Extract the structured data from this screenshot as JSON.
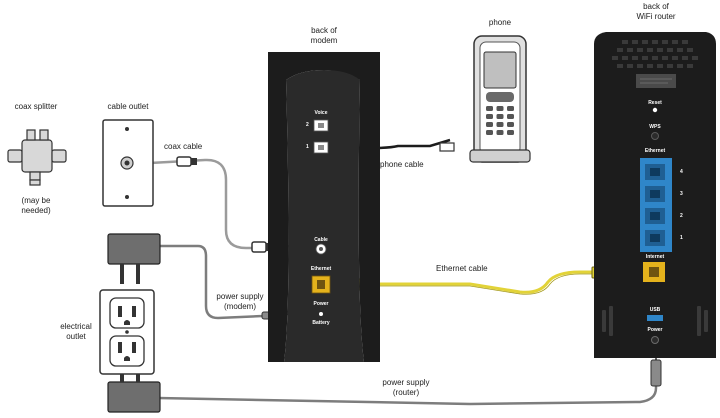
{
  "colors": {
    "device": "#1c1c1c",
    "ethernet_cable": "#e2d338",
    "ethernet_port": "#e4b21c",
    "router_ports": "#2f86c9",
    "coax_cable": "#9b9b9b",
    "power_cable": "#7d7d7d",
    "phone_cable": "#1c1c1c"
  },
  "labels": {
    "back_of_modem_1": "back of",
    "back_of_modem_2": "modem",
    "phone": "phone",
    "back_of_router_1": "back of",
    "back_of_router_2": "WiFi router",
    "coax_splitter": "coax splitter",
    "may_be_needed_1": "(may be",
    "may_be_needed_2": "needed)",
    "cable_outlet": "cable outlet",
    "coax_cable": "coax cable",
    "phone_cable": "phone cable",
    "ethernet_cable": "Ethernet cable",
    "power_supply_modem_1": "power supply",
    "power_supply_modem_2": "(modem)",
    "electrical_outlet_1": "electrical",
    "electrical_outlet_2": "outlet",
    "power_supply_router_1": "power supply",
    "power_supply_router_2": "(router)"
  },
  "modem_ports": {
    "voice": "Voice",
    "voice_2": "2",
    "voice_1": "1",
    "cable": "Cable",
    "ethernet": "Ethernet",
    "power": "Power",
    "battery": "Battery"
  },
  "router_ports": {
    "reset": "Reset",
    "wps": "WPS",
    "ethernet": "Ethernet",
    "eth_4": "4",
    "eth_3": "3",
    "eth_2": "2",
    "eth_1": "1",
    "internet": "Internet",
    "usb": "USB",
    "power": "Power"
  }
}
